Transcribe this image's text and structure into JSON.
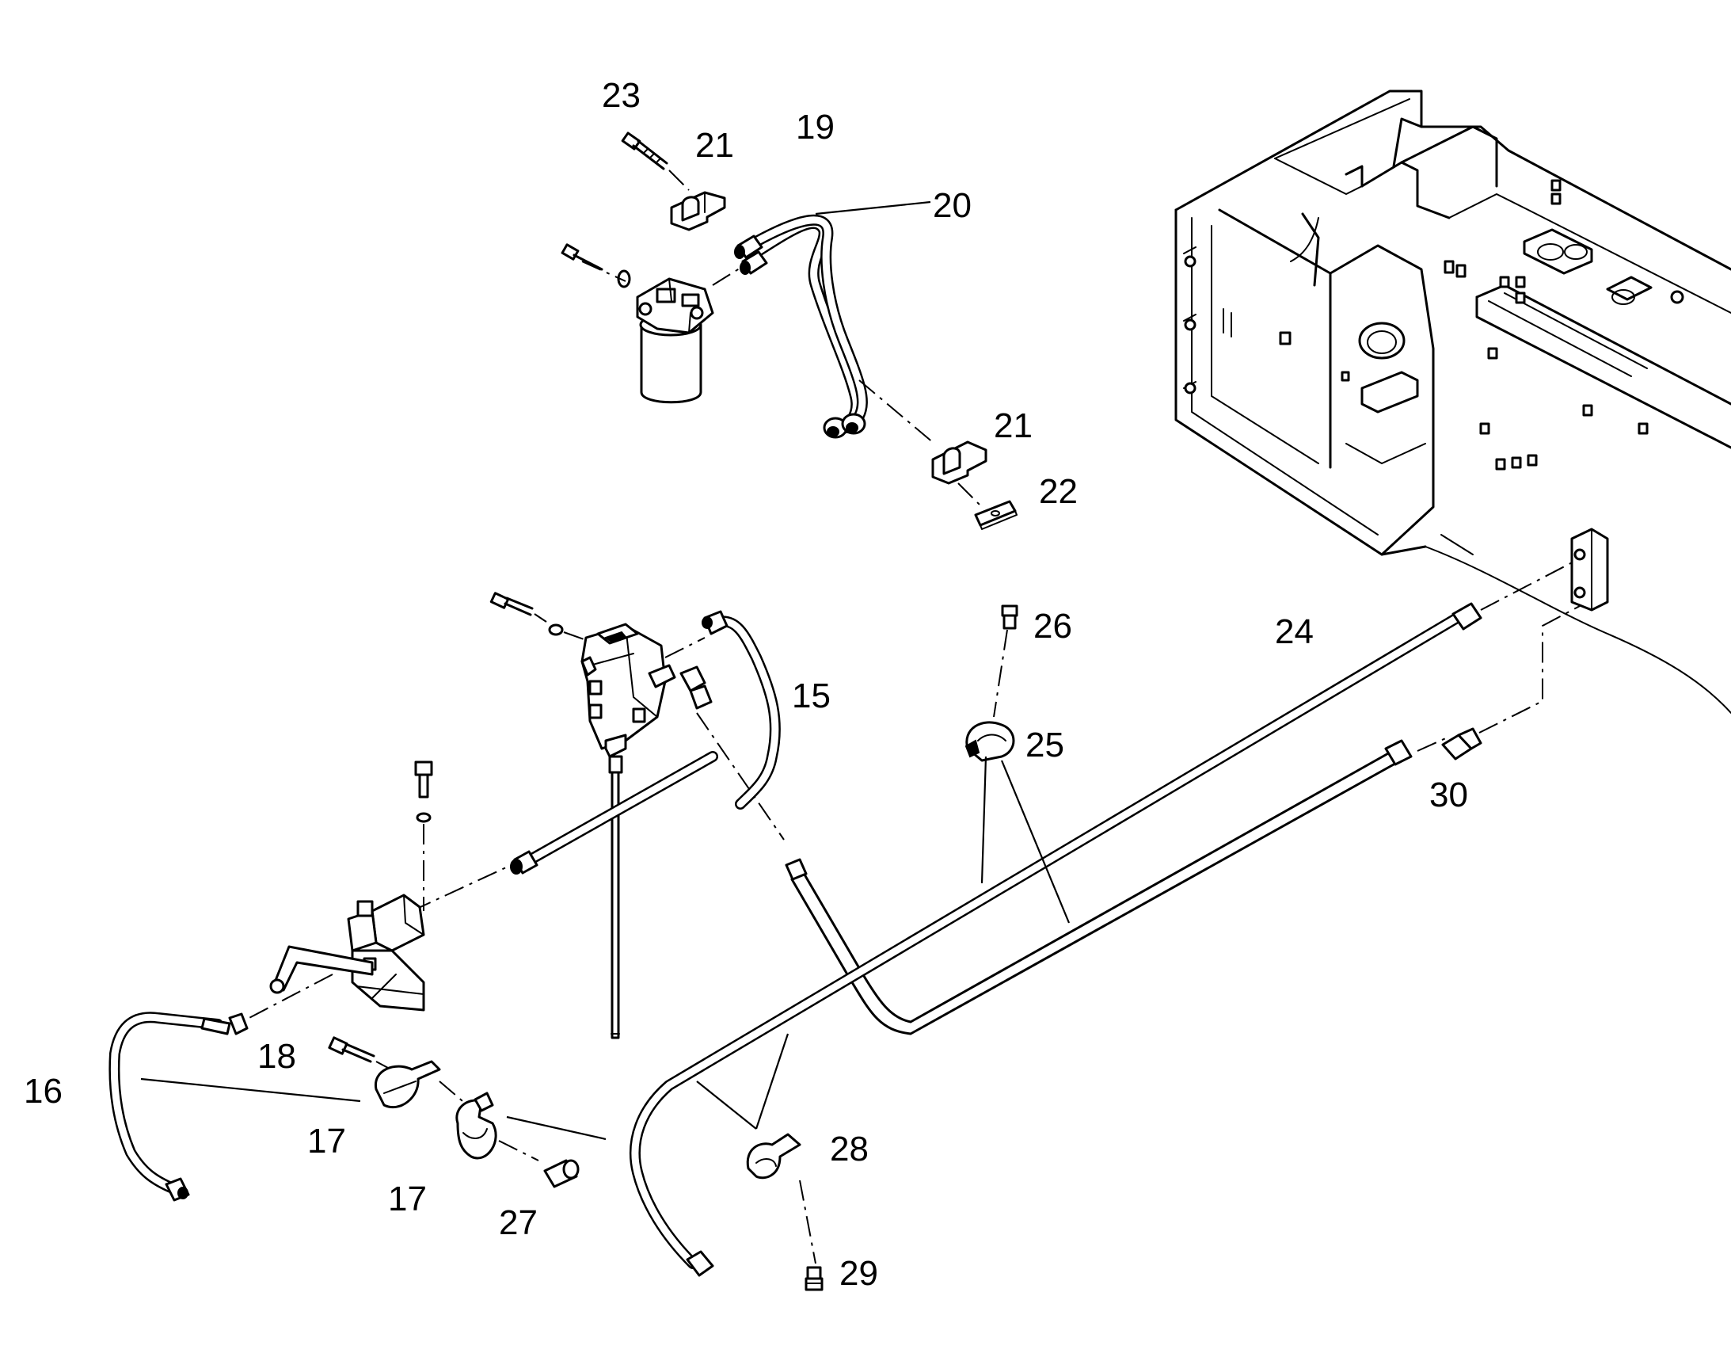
{
  "diagram": {
    "callouts": [
      {
        "id": "c23",
        "label": "23"
      },
      {
        "id": "c21a",
        "label": "21"
      },
      {
        "id": "c19",
        "label": "19"
      },
      {
        "id": "c20",
        "label": "20"
      },
      {
        "id": "c21b",
        "label": "21"
      },
      {
        "id": "c22",
        "label": "22"
      },
      {
        "id": "c26",
        "label": "26"
      },
      {
        "id": "c24",
        "label": "24"
      },
      {
        "id": "c15",
        "label": "15"
      },
      {
        "id": "c25",
        "label": "25"
      },
      {
        "id": "c30",
        "label": "30"
      },
      {
        "id": "c18",
        "label": "18"
      },
      {
        "id": "c16",
        "label": "16"
      },
      {
        "id": "c17a",
        "label": "17"
      },
      {
        "id": "c17b",
        "label": "17"
      },
      {
        "id": "c27",
        "label": "27"
      },
      {
        "id": "c28",
        "label": "28"
      },
      {
        "id": "c29",
        "label": "29"
      }
    ]
  }
}
